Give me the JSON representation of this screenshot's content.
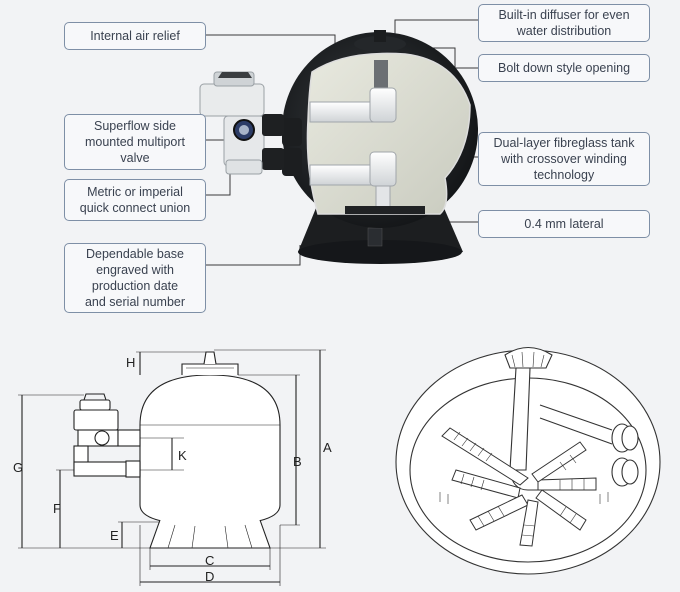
{
  "callouts": {
    "air_relief": "Internal air relief",
    "multiport": "Superflow side\nmounted multiport\nvalve",
    "union": "Metric or imperial\nquick connect union",
    "base": "Dependable base\nengraved with\nproduction date\nand serial number",
    "diffuser": "Built-in diffuser for even\nwater distribution",
    "bolt": "Bolt down style opening",
    "tank": "Dual-layer fibreglass tank\nwith crossover winding\ntechnology",
    "lateral": "0.4 mm lateral"
  },
  "dimensions": {
    "H": "H",
    "A": "A",
    "B": "B",
    "K": "K",
    "G": "G",
    "F": "F",
    "E": "E",
    "C": "C",
    "D": "D"
  }
}
